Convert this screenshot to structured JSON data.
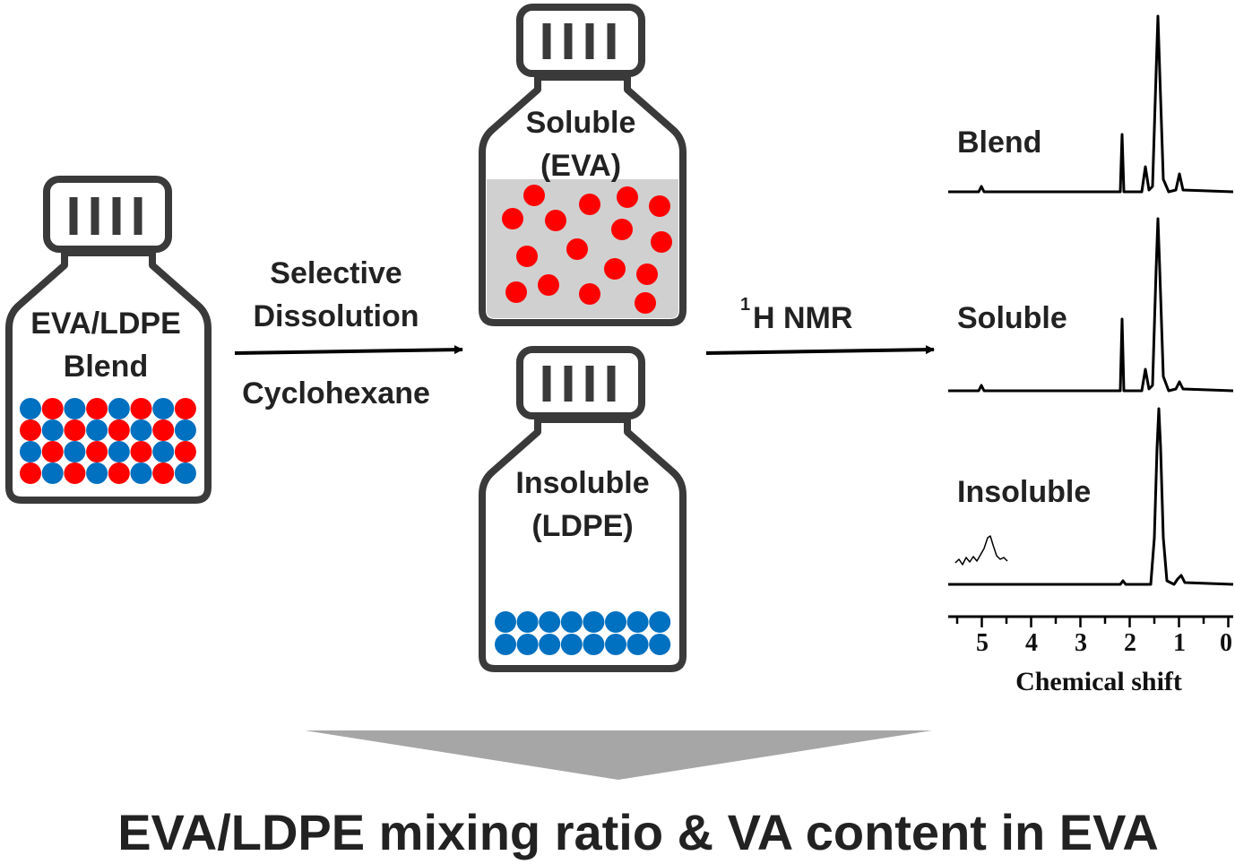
{
  "bottles": {
    "blend": {
      "line1": "EVA/LDPE",
      "line2": "Blend"
    },
    "soluble": {
      "line1": "Soluble",
      "line2": "(EVA)"
    },
    "insoluble": {
      "line1": "Insoluble",
      "line2": "(LDPE)"
    }
  },
  "arrow1": {
    "line1": "Selective",
    "line2": "Dissolution",
    "below": "Cyclohexane"
  },
  "arrow2": {
    "sup": "1",
    "label": "H NMR"
  },
  "spectra": {
    "labels": [
      "Blend",
      "Soluble",
      "Insoluble"
    ],
    "x_ticks": [
      "5",
      "4",
      "3",
      "2",
      "1",
      "0"
    ],
    "x_label": "Chemical shift"
  },
  "conclusion": "EVA/LDPE mixing ratio & VA content in EVA",
  "colors": {
    "red": "#ff0000",
    "blue": "#0070c0",
    "outline": "#3a3a3a",
    "gray": "#a6a6a6"
  }
}
